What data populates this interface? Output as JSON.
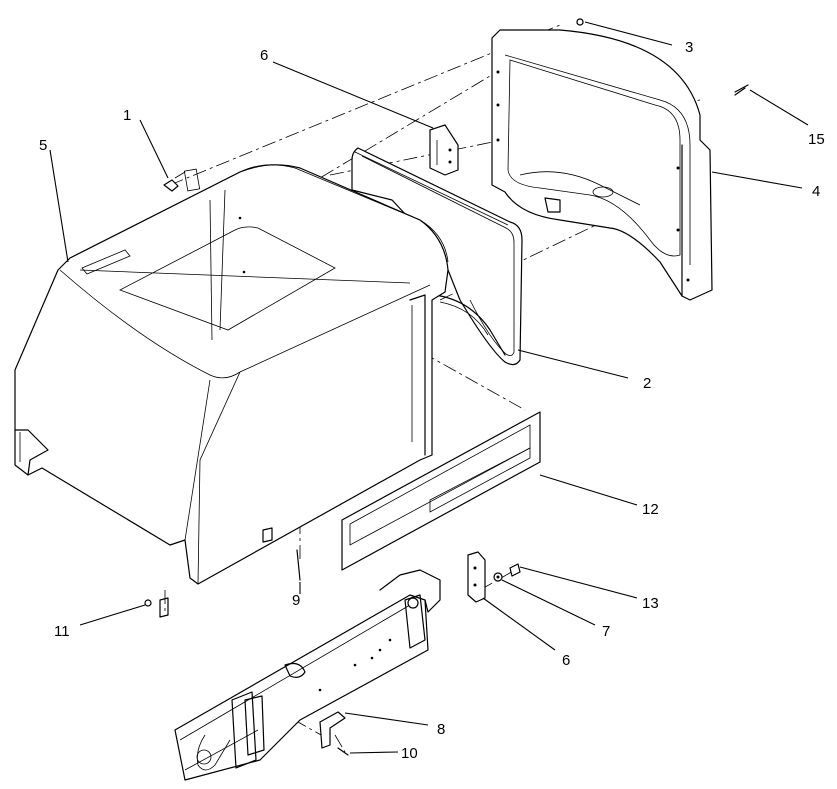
{
  "callouts": [
    {
      "id": "c1",
      "label": "1"
    },
    {
      "id": "c2",
      "label": "2"
    },
    {
      "id": "c3",
      "label": "3"
    },
    {
      "id": "c4",
      "label": "4"
    },
    {
      "id": "c5",
      "label": "5"
    },
    {
      "id": "c6a",
      "label": "6"
    },
    {
      "id": "c6b",
      "label": "6"
    },
    {
      "id": "c7",
      "label": "7"
    },
    {
      "id": "c8",
      "label": "8"
    },
    {
      "id": "c9",
      "label": "9"
    },
    {
      "id": "c10",
      "label": "10"
    },
    {
      "id": "c11",
      "label": "11"
    },
    {
      "id": "c12",
      "label": "12"
    },
    {
      "id": "c13",
      "label": "13"
    },
    {
      "id": "c15",
      "label": "15"
    }
  ]
}
